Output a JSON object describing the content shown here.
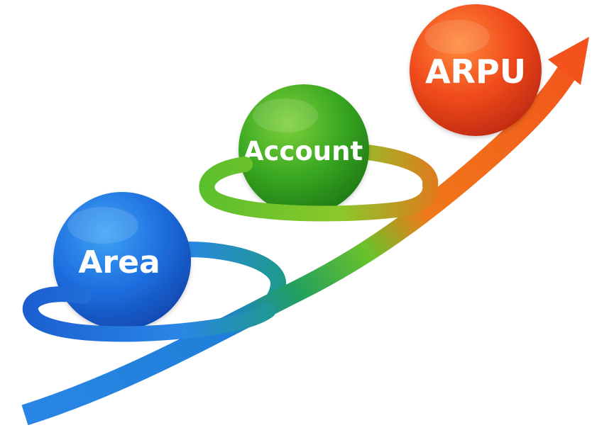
{
  "diagram": {
    "stages": [
      {
        "label": "Area",
        "color": "#1f6fe0"
      },
      {
        "label": "Account",
        "color": "#3aa822"
      },
      {
        "label": "ARPU",
        "color": "#f04a1c"
      }
    ],
    "arrow_gradient": [
      "#2a7be0",
      "#1aa06a",
      "#5cc02a",
      "#f07a1a",
      "#f0501c"
    ]
  }
}
